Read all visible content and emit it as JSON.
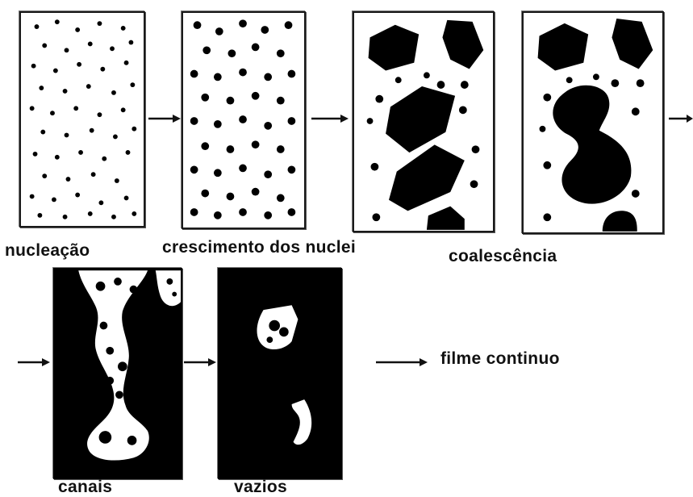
{
  "stages": {
    "nucleation": "nucleação",
    "growth": "crescimento dos nuclei",
    "coalescence": "coalescência",
    "channels": "canais",
    "voids": "vazios",
    "continuous": "filme continuo"
  },
  "colors": {
    "ink": "#111111",
    "background": "#ffffff"
  }
}
